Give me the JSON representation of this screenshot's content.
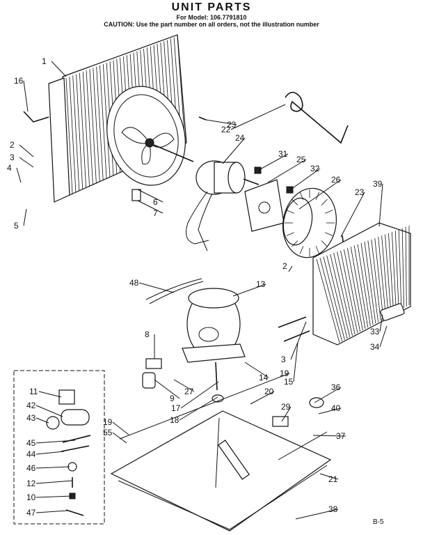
{
  "header": {
    "title": "UNIT PARTS",
    "model": "For Model: 106.7791810",
    "caution": "CAUTION: Use the part number on all orders, not the illustration number"
  },
  "callouts": [
    "1",
    "16",
    "2",
    "3",
    "4",
    "5",
    "23",
    "22",
    "24",
    "6",
    "7",
    "31",
    "25",
    "32",
    "26",
    "23",
    "39",
    "48",
    "13",
    "2",
    "8",
    "27",
    "9",
    "14",
    "17",
    "18",
    "19",
    "3",
    "15",
    "33",
    "34",
    "20",
    "36",
    "40",
    "29",
    "37",
    "11",
    "42",
    "43",
    "45",
    "44",
    "46",
    "12",
    "10",
    "47",
    "19",
    "55",
    "21",
    "38"
  ],
  "page_mark": "B-5"
}
